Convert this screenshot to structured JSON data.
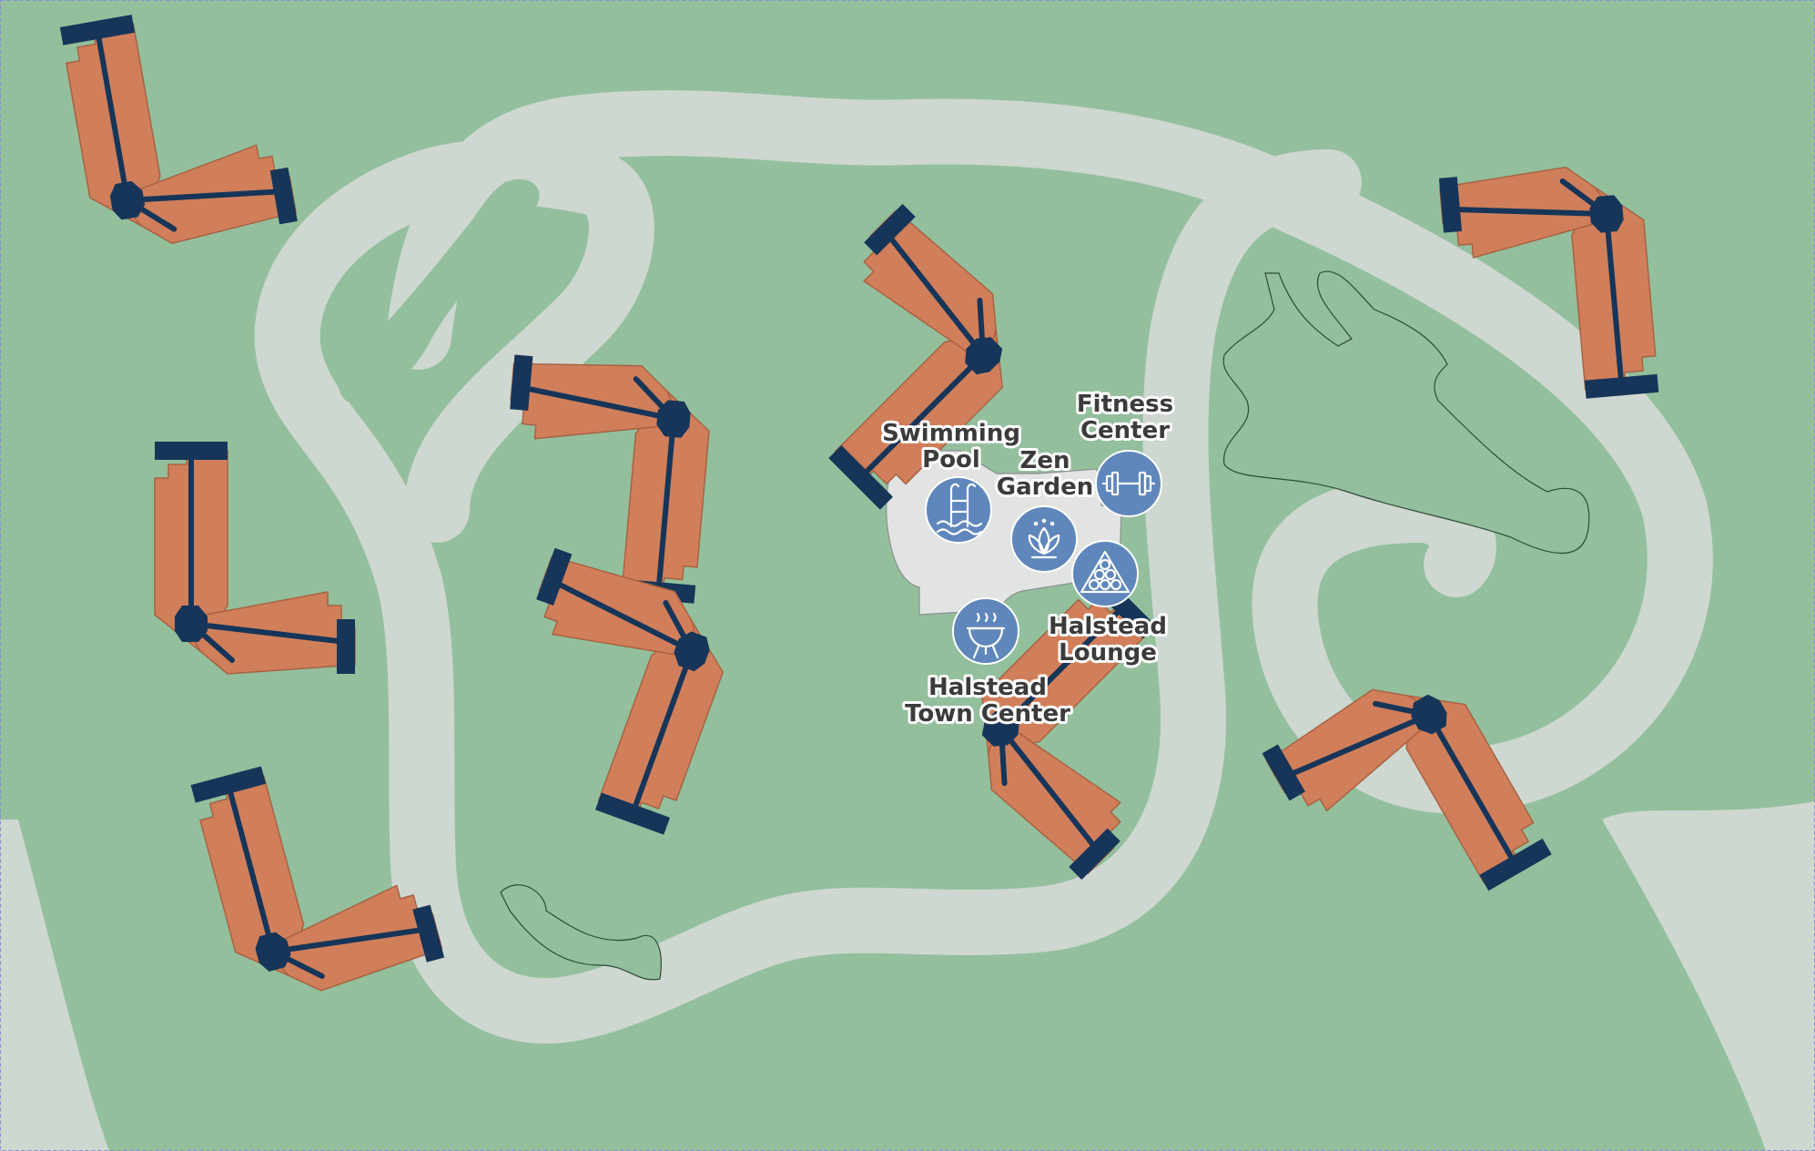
{
  "colors": {
    "grass": "#93bf9d",
    "road": "#ced7d0",
    "building": "#d07f5a",
    "building_accent": "#163559",
    "amenity_circle": "#5f87bb",
    "plaza": "#e1e4e2",
    "label_text": "#3b3b3b"
  },
  "amenities": {
    "pool": {
      "line1": "Swimming",
      "line2": "Pool",
      "icon": "swimming-pool-icon"
    },
    "zen": {
      "line1": "Zen",
      "line2": "Garden",
      "icon": "lotus-icon"
    },
    "fitness": {
      "line1": "Fitness",
      "line2": "Center",
      "icon": "dumbbell-icon"
    },
    "lounge": {
      "line1": "Halstead",
      "line2": "Lounge",
      "icon": "billiard-balls-icon"
    },
    "town": {
      "line1": "Halstead",
      "line2": "Town Center",
      "icon": "grill-icon"
    }
  },
  "buildings": [
    {
      "id": "b1"
    },
    {
      "id": "b2"
    },
    {
      "id": "b3"
    },
    {
      "id": "b4"
    },
    {
      "id": "b5"
    },
    {
      "id": "b6"
    },
    {
      "id": "b7"
    },
    {
      "id": "b8"
    },
    {
      "id": "b9"
    },
    {
      "id": "b10"
    },
    {
      "id": "b11"
    }
  ]
}
